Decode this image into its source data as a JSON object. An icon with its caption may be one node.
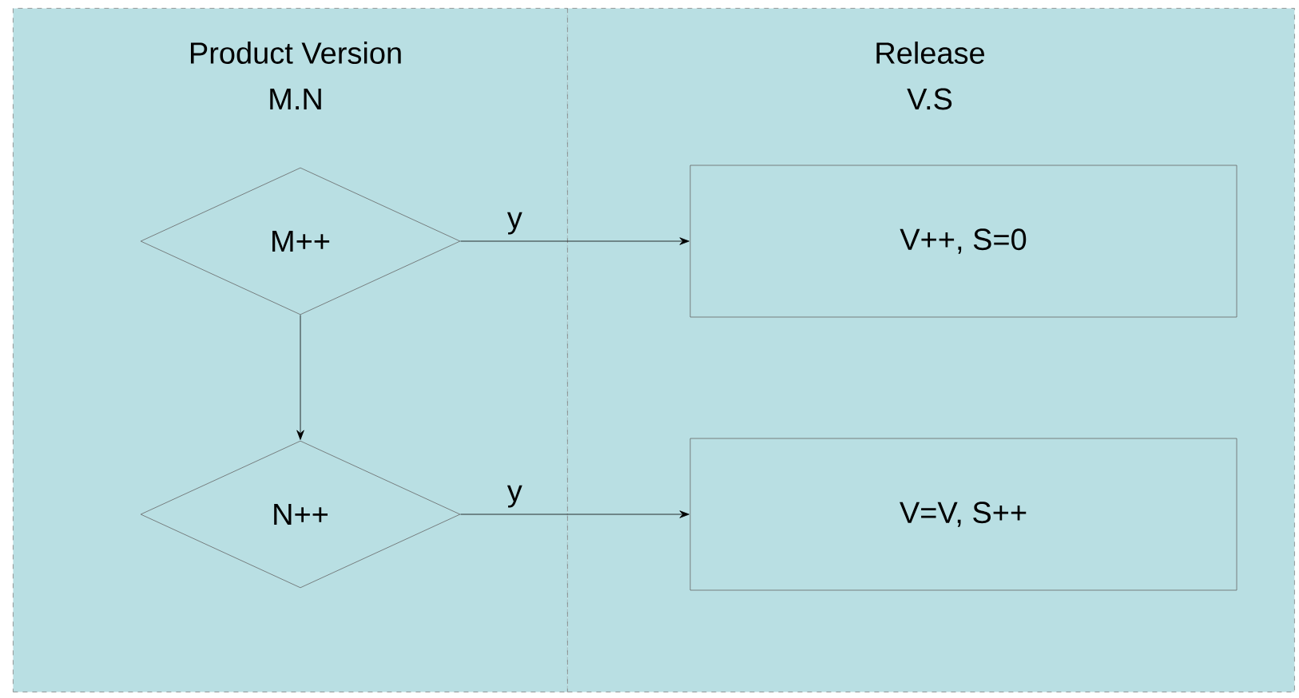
{
  "diagram": {
    "nodes": [
      {
        "text": [
          "Product Version",
          "M.N"
        ]
      },
      {
        "text": [
          "Release",
          "V.S"
        ]
      },
      {
        "text": [
          "M++"
        ],
        "in": 0
      },
      {
        "text": [
          "V++, S=0"
        ],
        "in": 1
      },
      {
        "text": [
          "N++"
        ],
        "in": 0
      },
      {
        "text": [
          "V=V, S++"
        ],
        "in": 1
      }
    ],
    "edges": [
      {
        "from": 2,
        "to": 3,
        "arrow": "to",
        "label": "y"
      },
      {
        "from": 2,
        "to": 4,
        "arrow": "to"
      },
      {
        "from": 4,
        "to": 5,
        "arrow": "to",
        "label": "y"
      }
    ]
  }
}
